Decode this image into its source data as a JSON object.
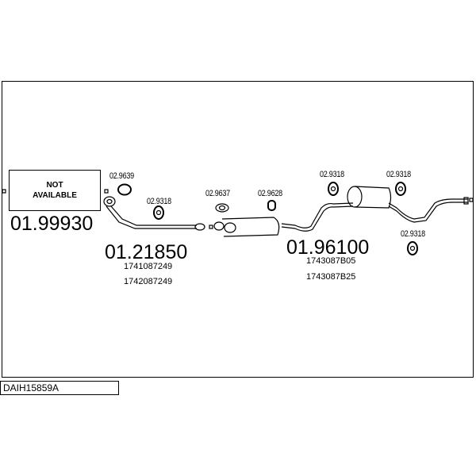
{
  "diagram_code": "DAIH15859A",
  "not_available": {
    "line1": "NOT",
    "line2": "AVAILABLE"
  },
  "parts": [
    {
      "number": "01.99930",
      "oem": []
    },
    {
      "number": "01.21850",
      "oem": [
        "1741087249",
        "1742087249"
      ]
    },
    {
      "number": "01.96100",
      "oem": [
        "1743087B05",
        "1743087B25"
      ]
    }
  ],
  "accessories": [
    "02.9639",
    "02.9318",
    "02.9637",
    "02.9628",
    "02.9318",
    "02.9318",
    "02.9318"
  ]
}
